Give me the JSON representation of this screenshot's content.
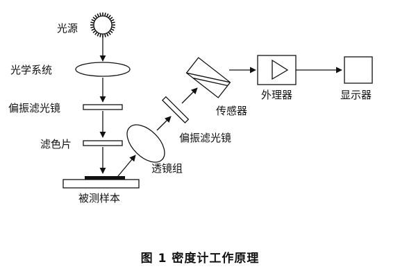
{
  "labels": {
    "light_source": "光源",
    "optical_system": "光学系统",
    "polarizer_1": "偏振滤光镜",
    "color_filter": "滤色片",
    "sample": "被测样本",
    "lens_group": "透镜组",
    "polarizer_2": "偏振滤光镜",
    "sensor": "传感器",
    "processor": "外理器",
    "display": "显示器"
  },
  "caption": "图 1  密度计工作原理"
}
